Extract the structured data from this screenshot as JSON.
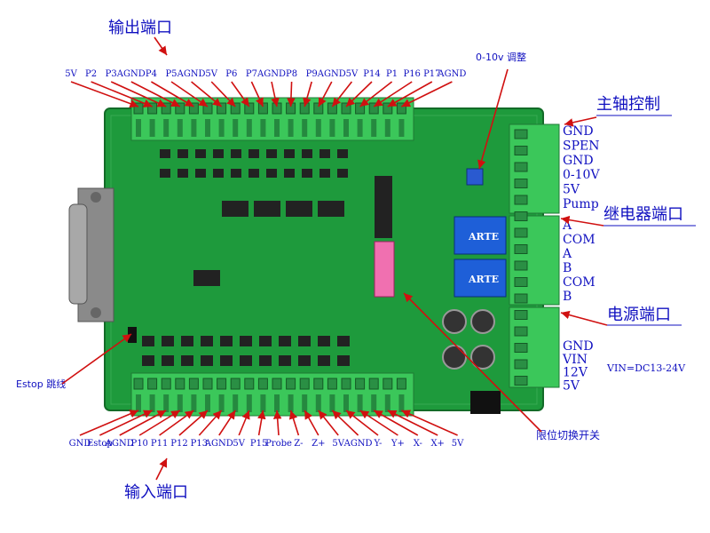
{
  "title_output": "输出端口",
  "title_input": "输入端口",
  "title_spindle": "主轴控制",
  "title_relay": "继电器端口",
  "title_power": "电源端口",
  "label_pot": "0-10v 调整",
  "label_estop": "Estop 跳线",
  "label_limit": "限位切换开关",
  "label_vin": "VIN=DC13-24V",
  "top_pins": [
    "5V",
    "P2",
    "P3",
    "AGND",
    "P4",
    "P5",
    "AGND",
    "5V",
    "P6",
    "P7",
    "AGND",
    "P8",
    "P9",
    "AGND",
    "5V",
    "P14",
    "P1",
    "P16",
    "P17",
    "AGND"
  ],
  "bottom_pins": [
    "GND",
    "Estop",
    "AGND",
    "P10",
    "P11",
    "P12",
    "P13",
    "AGND",
    "5V",
    "P15",
    "Probe",
    "Z-",
    "Z+",
    "5V",
    "AGND",
    "Y-",
    "Y+",
    "X-",
    "X+",
    "5V"
  ],
  "spindle_pins": [
    "GND",
    "SPEN",
    "GND",
    "0-10V",
    "5V",
    "Pump"
  ],
  "relay_pins": [
    "A",
    "COM",
    "A",
    "B",
    "COM",
    "B"
  ],
  "power_pins": [
    "GND",
    "VIN",
    "12V",
    "5V"
  ],
  "relay_chip_text": "ARTE",
  "colors": {
    "label": "#1010c0",
    "arrow": "#d01010",
    "pcb": "#1e9a3c",
    "terminal": "#3bc75a"
  }
}
